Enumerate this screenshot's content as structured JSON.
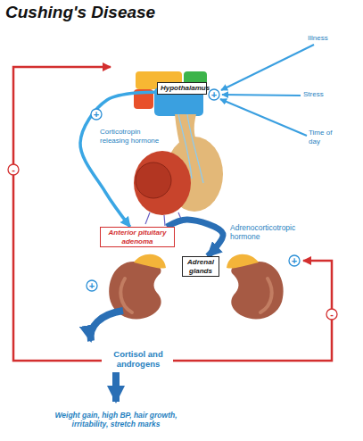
{
  "diagram": {
    "title": "Cushing's Disease",
    "nodes": [
      {
        "text": [
          "Hypothalamus"
        ]
      },
      {
        "text": [
          "+"
        ]
      },
      {
        "text": [
          "+"
        ]
      },
      {
        "text": [
          "-"
        ]
      },
      {
        "text": [
          "Anterior pituitary adenoma"
        ]
      },
      {
        "text": [
          "Adrenal glands"
        ]
      },
      {
        "text": [
          "+"
        ]
      },
      {
        "text": [
          "+"
        ]
      },
      {
        "text": [
          "-"
        ]
      }
    ],
    "edges": [
      {
        "from": 0,
        "to": 4,
        "arrow": "to"
      },
      {
        "from": 4,
        "to": 5,
        "arrow": "to"
      }
    ],
    "labels": [
      "Illness",
      "Stress",
      "Time of day",
      "Corticotropin releasing hormone",
      "Adrenocorticotropic hormone",
      "Cortisol and androgens",
      "Weight gain, high BP, hair growth, irritability, stretch marks"
    ]
  }
}
